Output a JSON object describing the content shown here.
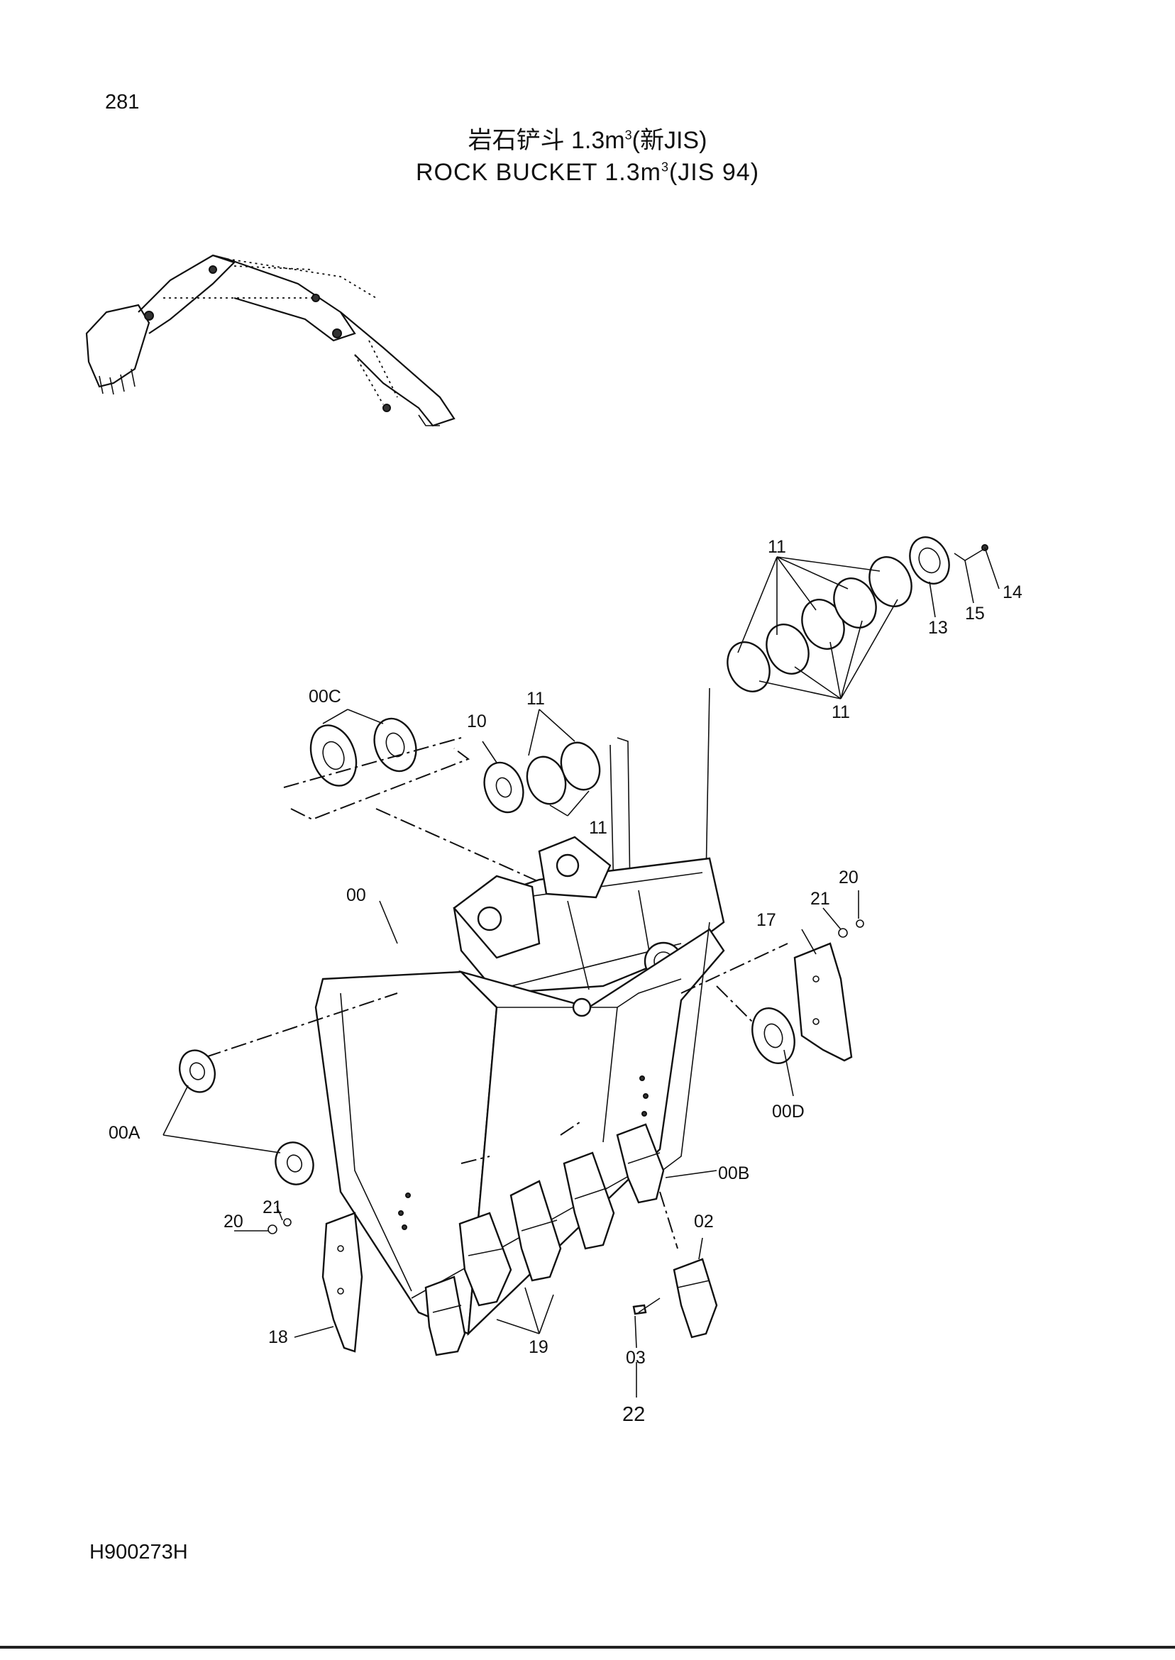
{
  "page_number": "281",
  "title": {
    "cn_prefix": "岩石铲斗 1.3m",
    "cn_sup": "3",
    "cn_suffix": "(新JIS)",
    "en_prefix": "ROCK  BUCKET  1.3m",
    "en_sup": "3",
    "en_suffix": "(JIS 94)"
  },
  "document_code": "H900273H",
  "callouts": {
    "c11_top": "11",
    "c11_right": "11",
    "c14": "14",
    "c15": "15",
    "c13": "13",
    "c00C": "00C",
    "c10": "10",
    "c11_mid_top": "11",
    "c11_mid_bottom": "11",
    "c00": "00",
    "c20_right": "20",
    "c21_right": "21",
    "c17": "17",
    "c00D": "00D",
    "c00A": "00A",
    "c00B": "00B",
    "c20_left": "20",
    "c21_left": "21",
    "c02": "02",
    "c18": "18",
    "c19": "19",
    "c03": "03",
    "c22": "22"
  }
}
